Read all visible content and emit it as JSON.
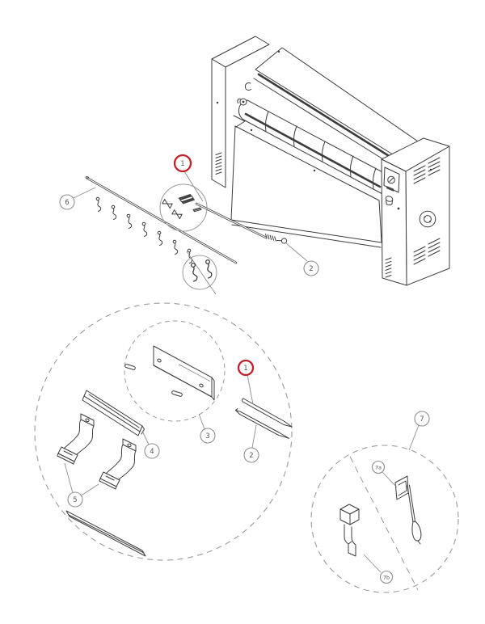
{
  "diagram": {
    "colors": {
      "line": "#3c3c3c",
      "callout_ring": "#8f8f8f",
      "highlight": "#c2202a"
    },
    "callouts": {
      "c1_top": "1",
      "c2_top": "2",
      "c6": "6",
      "c1_detail": "1",
      "c2_detail": "2",
      "c3": "3",
      "c4": "4",
      "c5": "5",
      "c7": "7",
      "c7a": "7a",
      "c7b": "7b"
    }
  }
}
